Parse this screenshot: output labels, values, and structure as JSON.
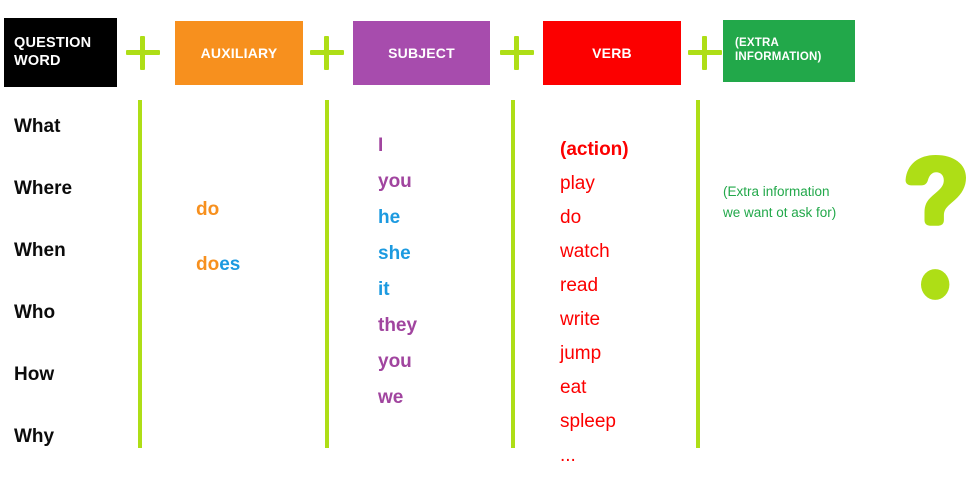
{
  "diagram": {
    "title_boxes": [
      {
        "id": "question-word",
        "label": "QUESTION WORD",
        "color": "#000000",
        "text_color": "#FFFFFF"
      },
      {
        "id": "auxiliary",
        "label": "AUXILIARY",
        "color": "#F7901E",
        "text_color": "#FFFFFF"
      },
      {
        "id": "subject",
        "label": "SUBJECT",
        "color": "#A74CAD",
        "text_color": "#FFFFFF"
      },
      {
        "id": "verb",
        "label": "VERB",
        "color": "#FC0000",
        "text_color": "#FFFFFF"
      },
      {
        "id": "extra-information",
        "label": "(EXTRA INFORMATION)",
        "color": "#22A84A",
        "text_color": "#FFFFFF"
      }
    ],
    "operators": [
      {
        "symbol": "+",
        "name": "plus-sign",
        "color": "#AEDE16"
      },
      {
        "symbol": "+",
        "name": "plus-sign",
        "color": "#AEDE16"
      },
      {
        "symbol": "+",
        "name": "plus-sign",
        "color": "#AEDE16"
      },
      {
        "symbol": "+",
        "name": "plus-sign",
        "color": "#AEDE16"
      }
    ],
    "columns": {
      "question_words": [
        {
          "text": "What",
          "color": "#0B0B0B"
        },
        {
          "text": "Where",
          "color": "#0B0B0B"
        },
        {
          "text": "When",
          "color": "#0B0B0B"
        },
        {
          "text": "Who",
          "color": "#0B0B0B"
        },
        {
          "text": "How",
          "color": "#0B0B0B"
        },
        {
          "text": "Why",
          "color": "#0B0B0B"
        }
      ],
      "auxiliaries": [
        {
          "text": "do",
          "parts": [
            {
              "text": "do",
              "color": "#F7901E"
            }
          ]
        },
        {
          "text": "does",
          "parts": [
            {
              "text": "do",
              "color": "#F7901E"
            },
            {
              "text": "es",
              "color": "#1C9AE0"
            }
          ]
        }
      ],
      "subjects": [
        {
          "text": "I",
          "color": "#A1459F"
        },
        {
          "text": "you",
          "color": "#A1459F"
        },
        {
          "text": "he",
          "color": "#1C9AE0"
        },
        {
          "text": "she",
          "color": "#1C9AE0"
        },
        {
          "text": "it",
          "color": "#1C9AE0"
        },
        {
          "text": "they",
          "color": "#A1459F"
        },
        {
          "text": "you",
          "color": "#A1459F"
        },
        {
          "text": "we",
          "color": "#A1459F"
        }
      ],
      "verbs": [
        {
          "text": "(action)",
          "color": "#FC0000",
          "bold": true
        },
        {
          "text": "play",
          "color": "#FC0000",
          "bold": false
        },
        {
          "text": "do",
          "color": "#FC0000",
          "bold": false
        },
        {
          "text": "watch",
          "color": "#FC0000",
          "bold": false
        },
        {
          "text": "read",
          "color": "#FC0000",
          "bold": false
        },
        {
          "text": "write",
          "color": "#FC0000",
          "bold": false
        },
        {
          "text": "jump",
          "color": "#FC0000",
          "bold": false
        },
        {
          "text": "eat",
          "color": "#FC0000",
          "bold": false
        },
        {
          "text": "spleep",
          "color": "#FC0000",
          "bold": false
        },
        {
          "text": "...",
          "color": "#FC0000",
          "bold": false
        }
      ],
      "extra_information": {
        "line1": "(Extra information",
        "line2": "we want ot ask for)",
        "color": "#22A84A"
      }
    },
    "question_mark": {
      "symbol": "?",
      "color": "#AEDE16"
    }
  }
}
